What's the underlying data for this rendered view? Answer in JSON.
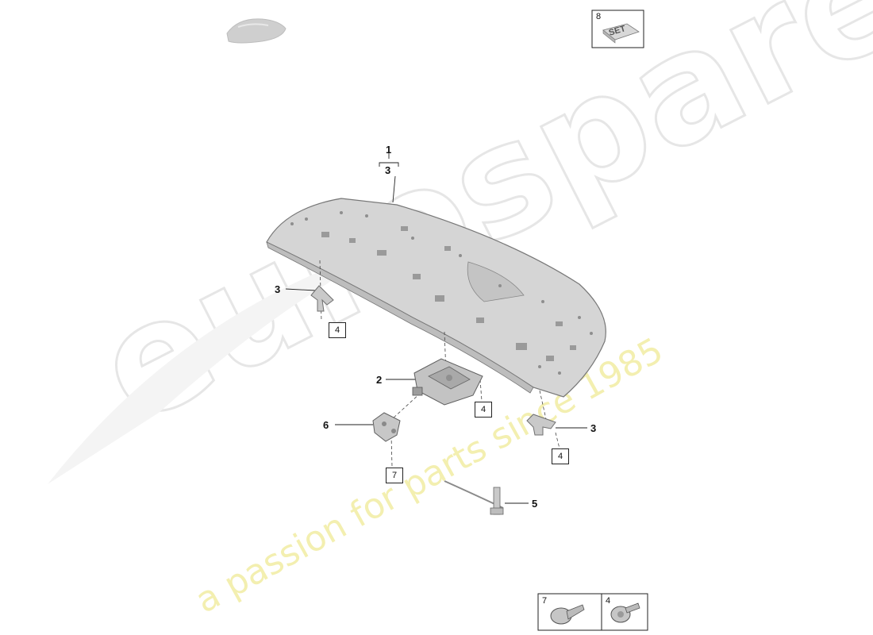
{
  "watermark": {
    "brand": "eurospares",
    "tagline": "a passion for parts since 1985"
  },
  "callouts": {
    "c1": "1",
    "c3_top": "3",
    "c3_left": "3",
    "c2": "2",
    "c6": "6",
    "c3_right": "3",
    "c5": "5"
  },
  "boxes": {
    "b4_left": "4",
    "b4_center": "4",
    "b4_right": "4",
    "b7": "7"
  },
  "set_box": {
    "number": "8",
    "label": "SET"
  },
  "legend": {
    "item7": "7",
    "item4": "4"
  },
  "colors": {
    "part_fill": "#d2d2d2",
    "part_stroke": "#7a7a7a",
    "watermark_stroke": "#e6e6e6",
    "tagline": "#f3efb0"
  }
}
